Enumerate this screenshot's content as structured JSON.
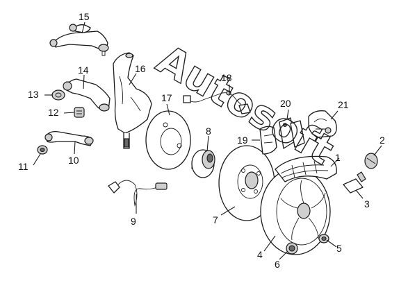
{
  "watermark": {
    "text": "Autosoft"
  },
  "callouts": {
    "c1": "1",
    "c2": "2",
    "c3": "3",
    "c4": "4",
    "c5": "5",
    "c6": "6",
    "c7": "7",
    "c8": "8",
    "c9": "9",
    "c10": "10",
    "c11": "11",
    "c12": "12",
    "c13": "13",
    "c14": "14",
    "c15": "15",
    "c16": "16",
    "c17": "17",
    "c18": "18",
    "c19": "19",
    "c20": "20",
    "c21": "21"
  }
}
